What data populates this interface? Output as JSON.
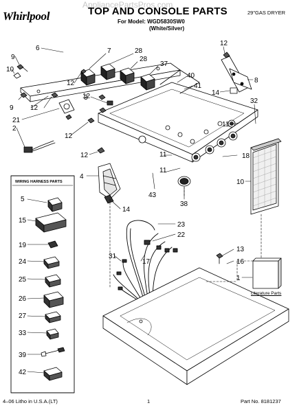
{
  "header": {
    "brand": "Whirlpool",
    "title": "TOP AND CONSOLE PARTS",
    "model": "For Model: WGD5830SW0",
    "variant": "(White/Silver)",
    "product": "29\"GAS DRYER",
    "watermark": "AppliancePartsPros.com"
  },
  "harness_box": {
    "title": "WIRING HARNESS PARTS"
  },
  "literature": {
    "label": "Literature Parts"
  },
  "footer": {
    "left": "4–06 Litho in U.S.A.(LT)",
    "center": "1",
    "right": "Part No. 8181237"
  },
  "callouts": [
    {
      "id": "c6",
      "text": "6"
    },
    {
      "id": "c9a",
      "text": "9"
    },
    {
      "id": "c10top",
      "text": "10"
    },
    {
      "id": "c7",
      "text": "7"
    },
    {
      "id": "c28a",
      "text": "28"
    },
    {
      "id": "c28b",
      "text": "28"
    },
    {
      "id": "c37",
      "text": "37"
    },
    {
      "id": "c12a",
      "text": "12"
    },
    {
      "id": "c8",
      "text": "8"
    },
    {
      "id": "c40",
      "text": "40"
    },
    {
      "id": "c41",
      "text": "41"
    },
    {
      "id": "c12b",
      "text": "12"
    },
    {
      "id": "c3",
      "text": "3"
    },
    {
      "id": "c14a",
      "text": "14"
    },
    {
      "id": "c32",
      "text": "32"
    },
    {
      "id": "c12c",
      "text": "12"
    },
    {
      "id": "c9b",
      "text": "9"
    },
    {
      "id": "c12d",
      "text": "12"
    },
    {
      "id": "c21",
      "text": "21"
    },
    {
      "id": "c11a",
      "text": "11"
    },
    {
      "id": "c2",
      "text": "2"
    },
    {
      "id": "c12e",
      "text": "12"
    },
    {
      "id": "c11b",
      "text": "11"
    },
    {
      "id": "c18",
      "text": "18"
    },
    {
      "id": "c12f",
      "text": "12"
    },
    {
      "id": "c11c",
      "text": "11"
    },
    {
      "id": "c4",
      "text": "4"
    },
    {
      "id": "c10r",
      "text": "10"
    },
    {
      "id": "c43",
      "text": "43"
    },
    {
      "id": "c38",
      "text": "38"
    },
    {
      "id": "c14b",
      "text": "14"
    },
    {
      "id": "c23",
      "text": "23"
    },
    {
      "id": "c22",
      "text": "22"
    },
    {
      "id": "c13",
      "text": "13"
    },
    {
      "id": "c31",
      "text": "31"
    },
    {
      "id": "c17",
      "text": "17"
    },
    {
      "id": "c16",
      "text": "16"
    },
    {
      "id": "c1",
      "text": "1"
    },
    {
      "id": "h5",
      "text": "5"
    },
    {
      "id": "h15",
      "text": "15"
    },
    {
      "id": "h19",
      "text": "19"
    },
    {
      "id": "h24",
      "text": "24"
    },
    {
      "id": "h25",
      "text": "25"
    },
    {
      "id": "h26",
      "text": "26"
    },
    {
      "id": "h27",
      "text": "27"
    },
    {
      "id": "h33",
      "text": "33"
    },
    {
      "id": "h39",
      "text": "39"
    },
    {
      "id": "h42",
      "text": "42"
    }
  ]
}
